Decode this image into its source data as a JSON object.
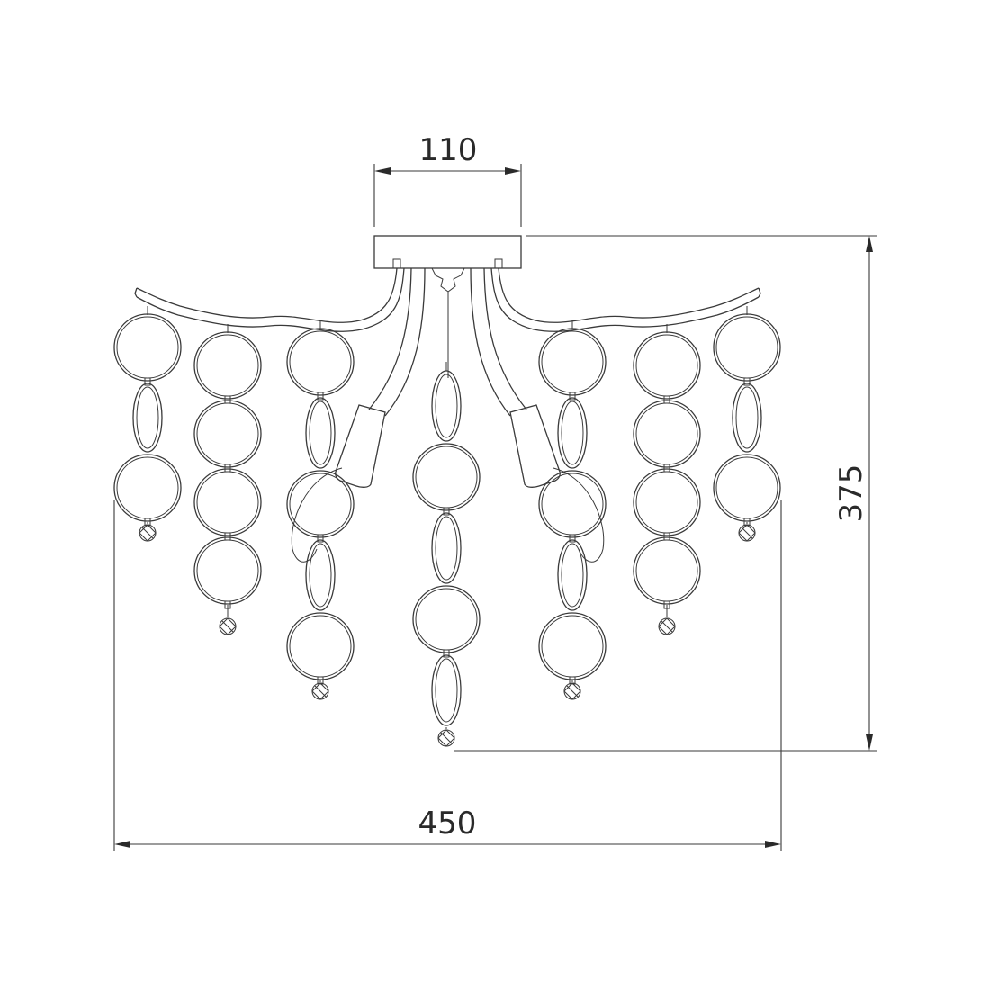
{
  "dimensions": {
    "width_top": "110",
    "width_overall": "450",
    "height_overall": "375"
  },
  "colors": {
    "line": "#3a3a3a",
    "background": "#ffffff"
  }
}
